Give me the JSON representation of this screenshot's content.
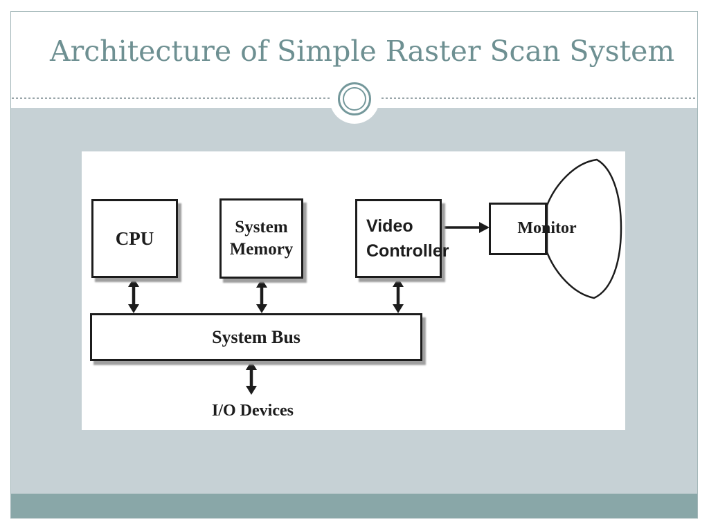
{
  "slide": {
    "title": "Architecture of Simple Raster Scan System"
  },
  "diagram": {
    "cpu_label": "CPU",
    "memory_label_line1": "System",
    "memory_label_line2": "Memory",
    "video_label_line1": "Video",
    "video_label_line2": "Controller",
    "monitor_label": "Monitor",
    "bus_label": "System Bus",
    "io_label": "I/O Devices"
  },
  "colors": {
    "title_text": "#6e9092",
    "body_background": "#c6d1d5",
    "footer_band": "#89a7a8",
    "frame_border": "#a2b6b8",
    "ornament_ring": "#74989b",
    "diagram_ink": "#1c1c1c"
  }
}
